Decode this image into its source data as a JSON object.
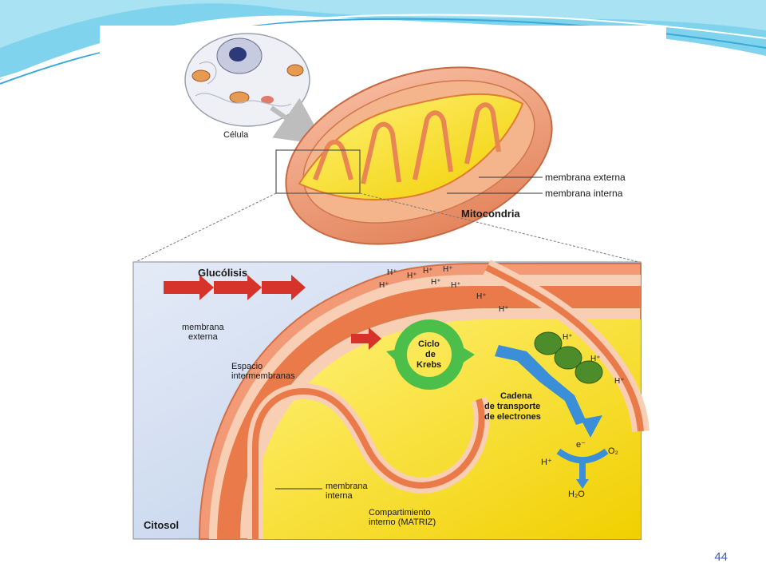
{
  "slide": {
    "page_number": "44"
  },
  "colors": {
    "header_wave": "#7fd3ec",
    "header_wave_dark": "#3aa9d9",
    "outer_membrane": "#f0a080",
    "inner_membrane": "#f7c8a0",
    "matrix": "#f5d800",
    "intermembrane": "#ea7a4a",
    "cytosol": "#c9d8ef",
    "arrow_red": "#d6332a",
    "krebs_green": "#4cbf4a",
    "etc_blue": "#3a8fd8",
    "protein_green": "#4d8c2a"
  },
  "top_figure": {
    "cell_label": "Célula",
    "mito_label": "Mitocondria",
    "outer_membrane_label": "membrana externa",
    "inner_membrane_label": "membrana interna"
  },
  "detail": {
    "glycolysis_label": "Glucólisis",
    "outer_membrane_label_line1": "membrana",
    "outer_membrane_label_line2": "externa",
    "intermembrane_label_line1": "Espacio",
    "intermembrane_label_line2": "intermembranas",
    "krebs_line1": "Ciclo",
    "krebs_line2": "de",
    "krebs_line3": "Krebs",
    "etc_line1": "Cadena",
    "etc_line2": "de transporte",
    "etc_line3": "de electrones",
    "electron_label": "e⁻",
    "proton_label": "H⁺",
    "oxygen_label": "O₂",
    "water_label": "H₂O",
    "inner_membrane_label_line1": "membrana",
    "inner_membrane_label_line2": "interna",
    "matrix_label_line1": "Compartimiento",
    "matrix_label_line2": "interno (MATRIZ)",
    "cytosol_label": "Citosol",
    "h_ion": "H⁺"
  }
}
